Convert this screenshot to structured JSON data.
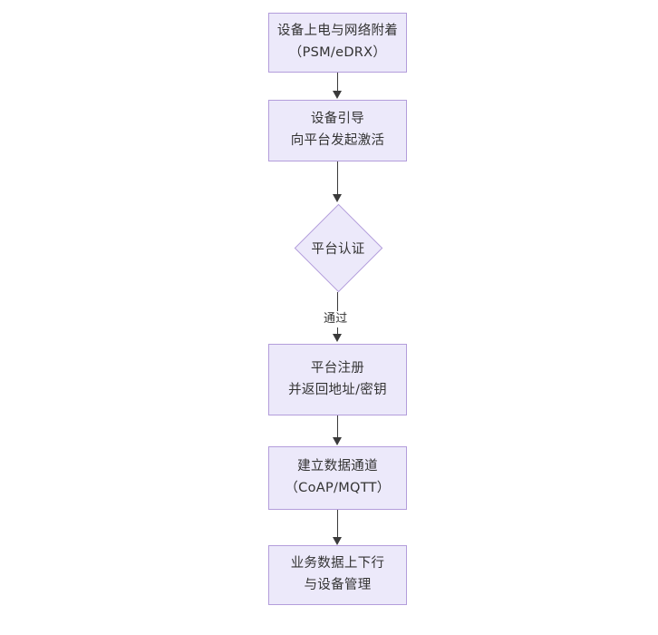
{
  "diagram": {
    "type": "flowchart",
    "orientation": "top-to-bottom",
    "background_color": "#ffffff",
    "node_fill_color": "#ece9fa",
    "node_border_color": "#b39ddb",
    "text_color": "#333333",
    "connector_color": "#3a3a3a",
    "nodes": [
      {
        "id": "n1",
        "shape": "rectangle",
        "line1": "设备上电与网络附着",
        "line2": "（PSM/eDRX）"
      },
      {
        "id": "n2",
        "shape": "rectangle",
        "line1": "设备引导",
        "line2": "向平台发起激活"
      },
      {
        "id": "n3",
        "shape": "diamond",
        "line1": "平台认证"
      },
      {
        "id": "n4",
        "shape": "rectangle",
        "line1": "平台注册",
        "line2": "并返回地址/密钥"
      },
      {
        "id": "n5",
        "shape": "rectangle",
        "line1": "建立数据通道",
        "line2": "（CoAP/MQTT）"
      },
      {
        "id": "n6",
        "shape": "rectangle",
        "line1": "业务数据上下行",
        "line2": "与设备管理"
      }
    ],
    "edges": [
      {
        "id": "e1",
        "from": "n1",
        "to": "n2",
        "label": ""
      },
      {
        "id": "e2",
        "from": "n2",
        "to": "n3",
        "label": ""
      },
      {
        "id": "e3",
        "from": "n3",
        "to": "n4",
        "label": "通过"
      },
      {
        "id": "e4",
        "from": "n4",
        "to": "n5",
        "label": ""
      },
      {
        "id": "e5",
        "from": "n5",
        "to": "n6",
        "label": ""
      }
    ]
  }
}
